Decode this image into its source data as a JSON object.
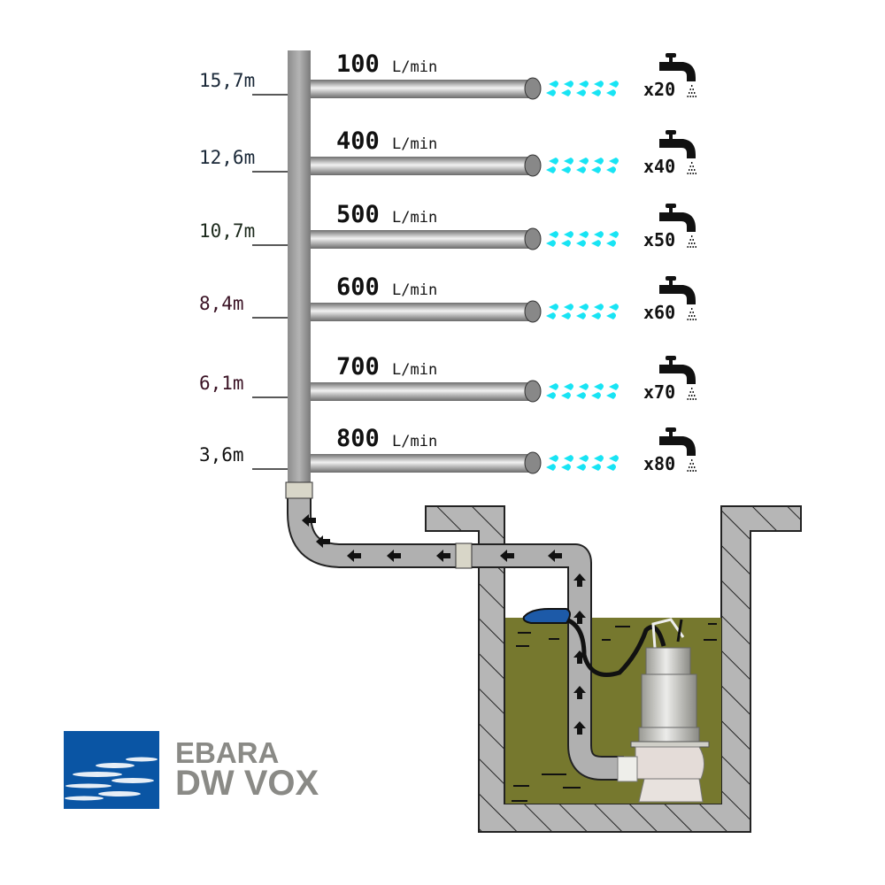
{
  "diagram": {
    "unit": "L/min",
    "outlets": [
      {
        "height": "15,7m",
        "flow": "100",
        "taps": "x20",
        "color": "#1a2838"
      },
      {
        "height": "12,6m",
        "flow": "400",
        "taps": "x40",
        "color": "#1a2838"
      },
      {
        "height": "10,7m",
        "flow": "500",
        "taps": "x50",
        "color": "#1c2a1c"
      },
      {
        "height": "8,4m",
        "flow": "600",
        "taps": "x60",
        "color": "#3a1224"
      },
      {
        "height": "6,1m",
        "flow": "700",
        "taps": "x70",
        "color": "#3a1224"
      },
      {
        "height": "3,6m",
        "flow": "800",
        "taps": "x80",
        "color": "#111111"
      }
    ],
    "colors": {
      "water": "#76782e",
      "drops": "#18e4f4",
      "pipe": "#a8a8a8",
      "wall": "#b4b4b4",
      "logo_blue": "#0a55a4"
    }
  },
  "logo": {
    "brand": "EBARA",
    "model": "DW VOX"
  }
}
